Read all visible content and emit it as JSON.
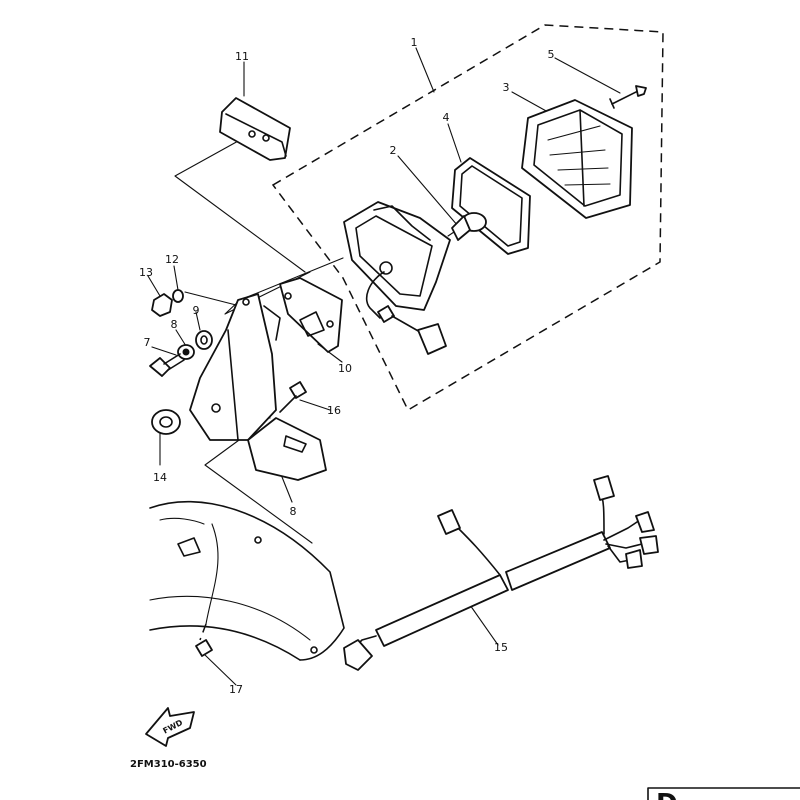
{
  "diagram": {
    "part_numbers": [
      {
        "id": "1",
        "label": "1"
      },
      {
        "id": "2",
        "label": "2"
      },
      {
        "id": "3",
        "label": "3"
      },
      {
        "id": "4",
        "label": "4"
      },
      {
        "id": "5",
        "label": "5"
      },
      {
        "id": "7",
        "label": "7"
      },
      {
        "id": "8a",
        "label": "8"
      },
      {
        "id": "8b",
        "label": "8"
      },
      {
        "id": "9",
        "label": "9"
      },
      {
        "id": "10",
        "label": "10"
      },
      {
        "id": "11",
        "label": "11"
      },
      {
        "id": "12",
        "label": "12"
      },
      {
        "id": "13",
        "label": "13"
      },
      {
        "id": "14",
        "label": "14"
      },
      {
        "id": "15",
        "label": "15"
      },
      {
        "id": "16",
        "label": "16"
      },
      {
        "id": "17",
        "label": "17"
      }
    ],
    "fwd_label": "FWD",
    "diagram_code": "2FM310-6350",
    "corner_mark": "D"
  }
}
